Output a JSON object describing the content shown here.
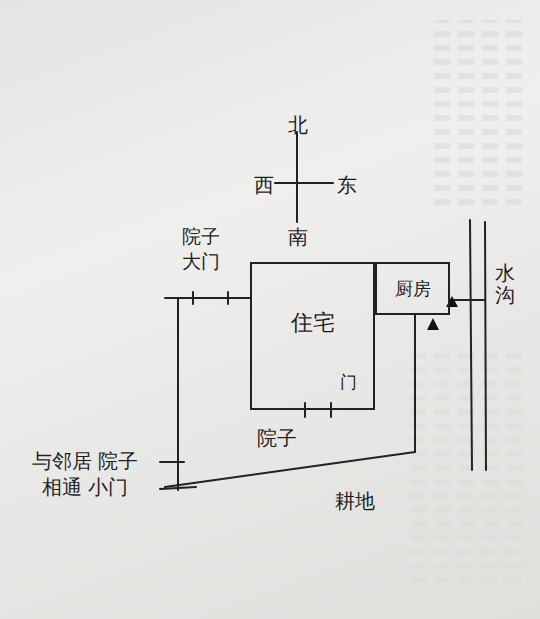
{
  "diagram": {
    "nodes": [
      {
        "text": [
          "院子"
        ]
      },
      {
        "text": [
          "住宅"
        ],
        "in": 0
      },
      {
        "text": [
          "厨房"
        ],
        "in": 0
      }
    ],
    "labels": [
      "北",
      "西",
      "东",
      "南",
      "院子 大门",
      "门",
      "水沟",
      "耕地",
      "与邻居 院子相通 小门"
    ]
  }
}
